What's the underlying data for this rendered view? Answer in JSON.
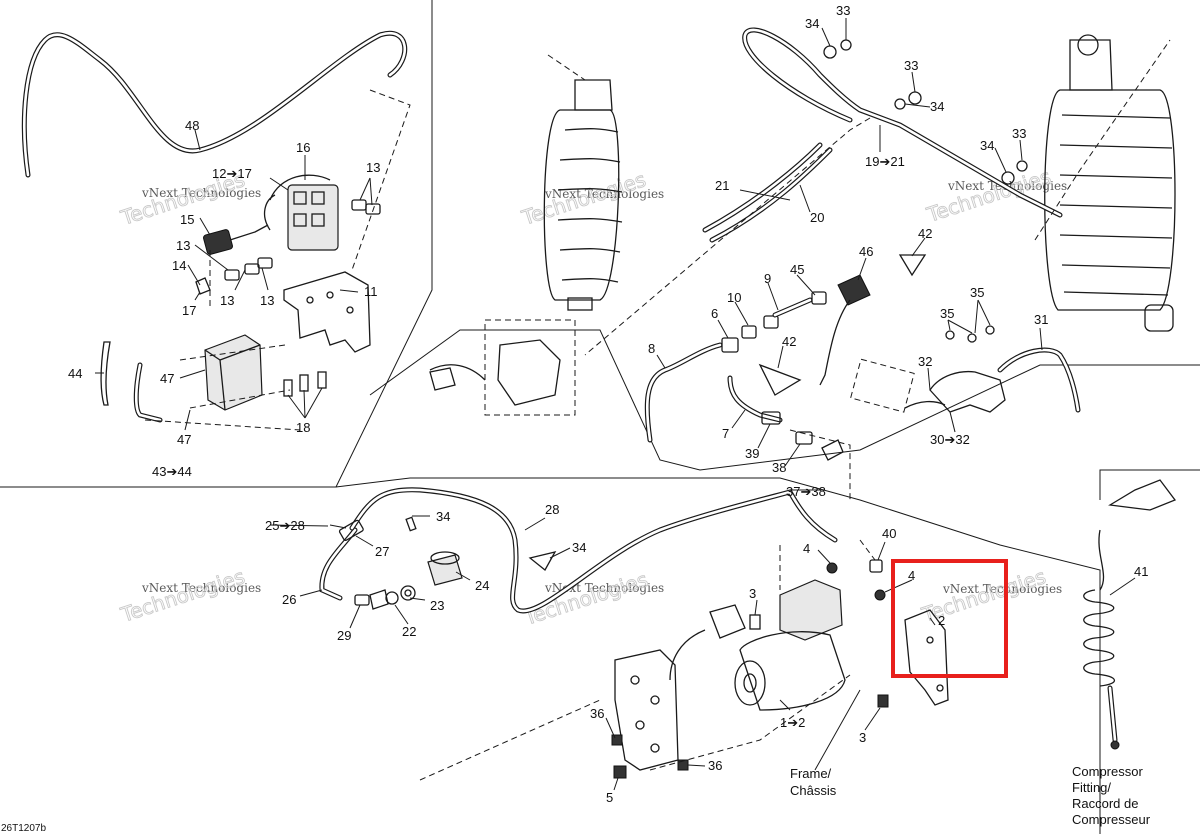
{
  "callouts": {
    "c48": "48",
    "c16": "16",
    "c12_17": "12➔17",
    "c13a": "13",
    "c15": "15",
    "c13b": "13",
    "c14": "14",
    "c13c": "13",
    "c17": "17",
    "c13d": "13",
    "c11": "11",
    "c44": "44",
    "c47a": "47",
    "c47b": "47",
    "c18": "18",
    "c43_44": "43➔44",
    "c34a": "34",
    "c33a": "33",
    "c33b": "33",
    "c34b": "34",
    "c34c": "34",
    "c33c": "33",
    "c19_21": "19➔21",
    "c21": "21",
    "c20": "20",
    "c42a": "42",
    "c46": "46",
    "c45": "45",
    "c9": "9",
    "c10": "10",
    "c6": "6",
    "c42b": "42",
    "c8": "8",
    "c7": "7",
    "c39": "39",
    "c38": "38",
    "c37_38": "37➔38",
    "c35a": "35",
    "c35b": "35",
    "c31": "31",
    "c32": "32",
    "c30_32": "30➔32",
    "c25_28": "25➔28",
    "c34d": "34",
    "c28": "28",
    "c27": "27",
    "c34e": "34",
    "c24": "24",
    "c26": "26",
    "c23": "23",
    "c29": "29",
    "c22": "22",
    "c40": "40",
    "c4a": "4",
    "c3a": "3",
    "c4b": "4",
    "c2": "2",
    "c1_2": "1➔2",
    "c3b": "3",
    "c36a": "36",
    "c36b": "36",
    "c5": "5",
    "c41": "41"
  },
  "labels": {
    "frame_line1": "Frame/",
    "frame_line2": "Châssis",
    "compressor_line1": "Compressor",
    "compressor_line2": "Fitting/",
    "compressor_line3": "Raccord de",
    "compressor_line4": "Compresseur",
    "figure_code": "26T1207b"
  },
  "watermark": {
    "line1": "vNext Technologies",
    "line2": "Technologies"
  },
  "highlight_color": "#e8201c"
}
